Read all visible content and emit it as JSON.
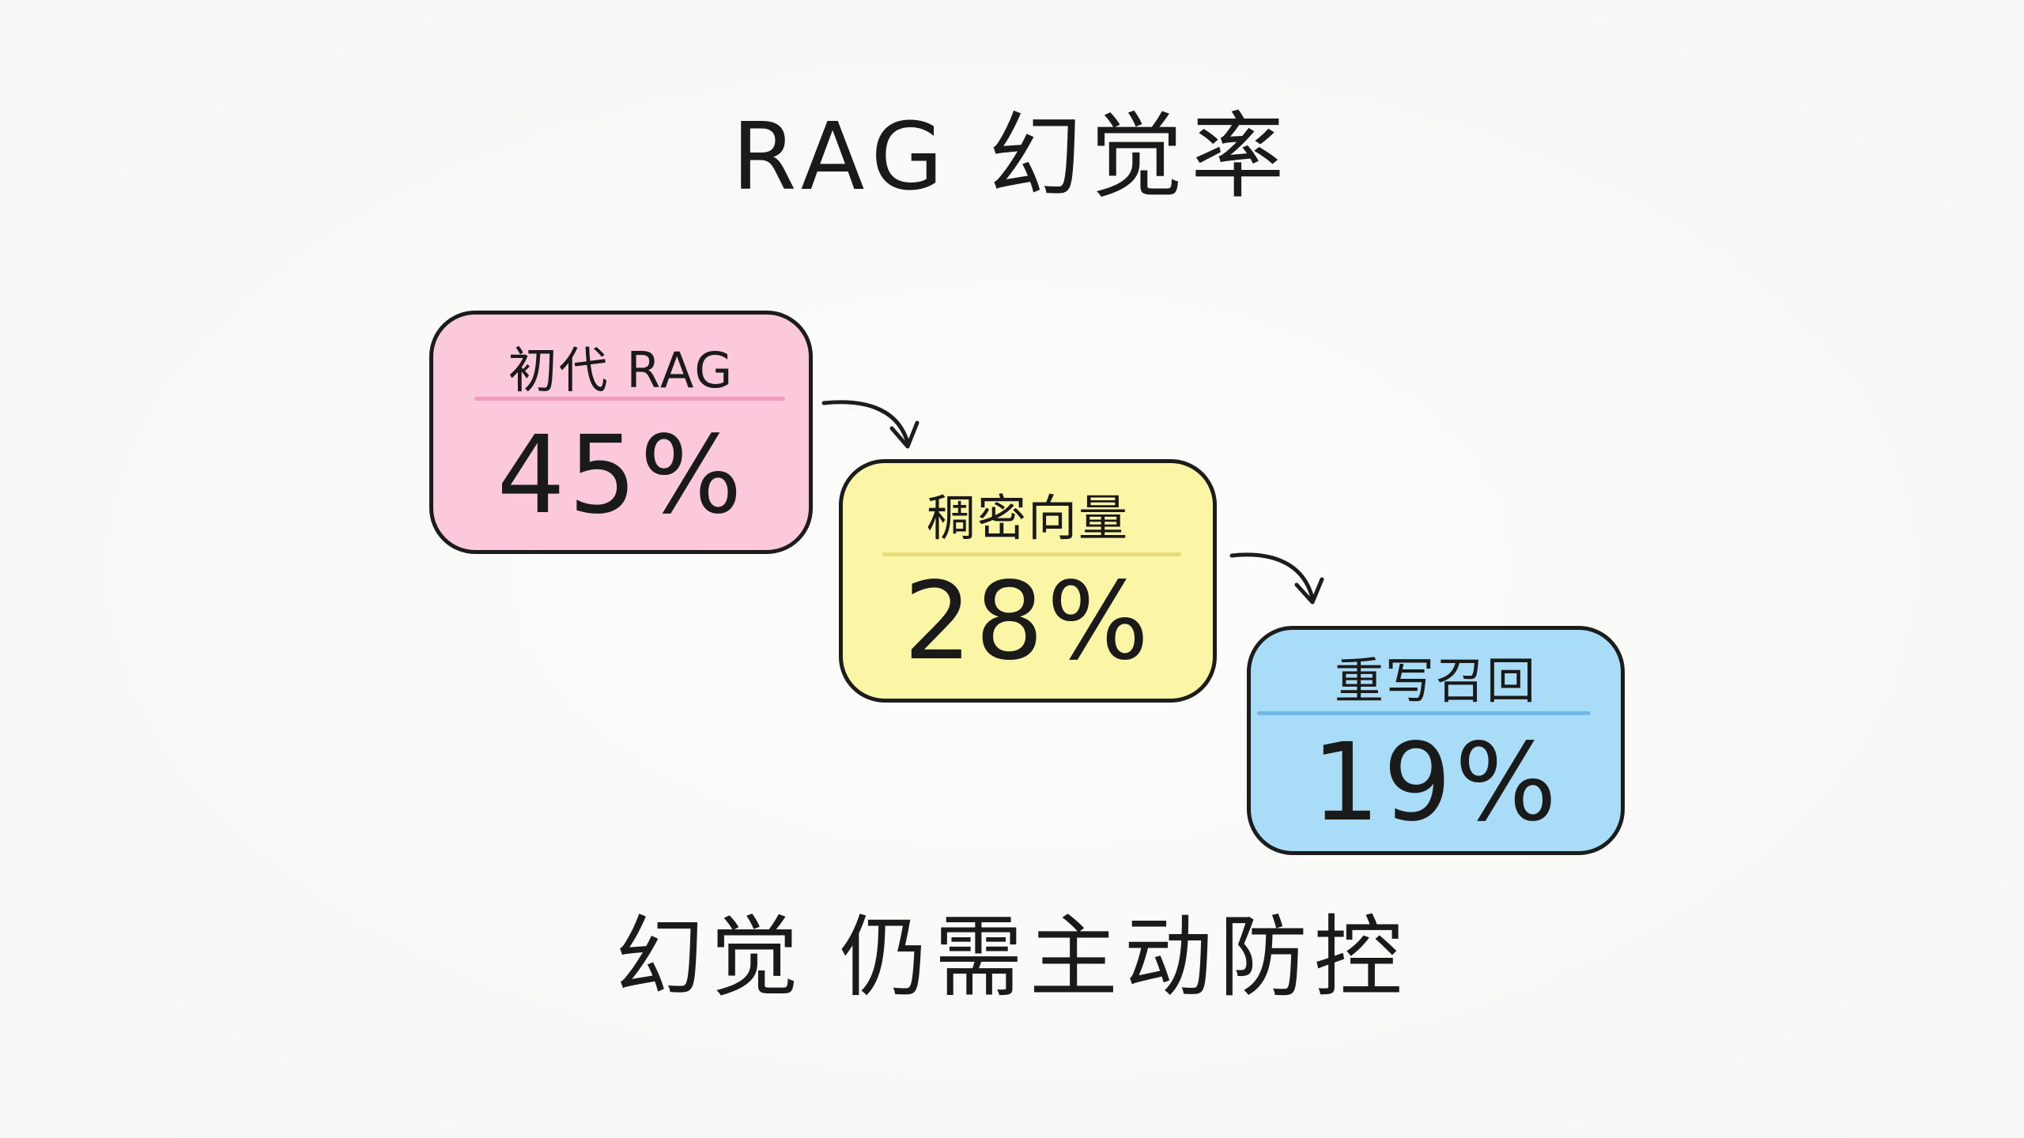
{
  "title": "RAG 幻觉率",
  "cards": [
    {
      "label": "初代 RAG",
      "value": "45%",
      "fill": "#fbc8dc",
      "rule": "#f29ab8"
    },
    {
      "label": "稠密向量",
      "value": "28%",
      "fill": "#fbf5a6",
      "rule": "#e8dc7a"
    },
    {
      "label": "重写召回",
      "value": "19%",
      "fill": "#a9ddf7",
      "rule": "#6fb8e8"
    }
  ],
  "footer": "幻觉 仍需主动防控",
  "colors": {
    "background": "#fafaf9",
    "ink": "#1c1c1c"
  },
  "arrows": [
    "arrow-curved-right-down",
    "arrow-curved-right-down"
  ]
}
